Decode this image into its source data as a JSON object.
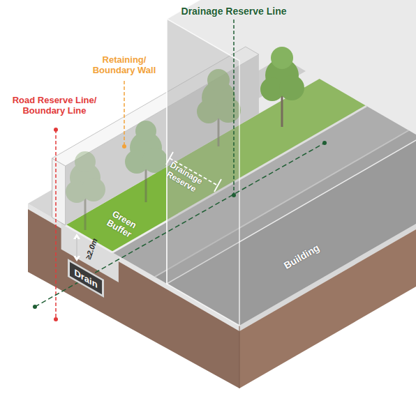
{
  "diagram": {
    "nodes": [
      {
        "text": [
          "Drain"
        ]
      }
    ],
    "labels": [
      "Drainage Reserve Line",
      "Retaining/ Boundary Wall",
      "Road Reserve Line/ Boundary Line",
      "Drainage Reserve",
      "Green Buffer",
      "≥2.0m",
      "Building"
    ]
  }
}
